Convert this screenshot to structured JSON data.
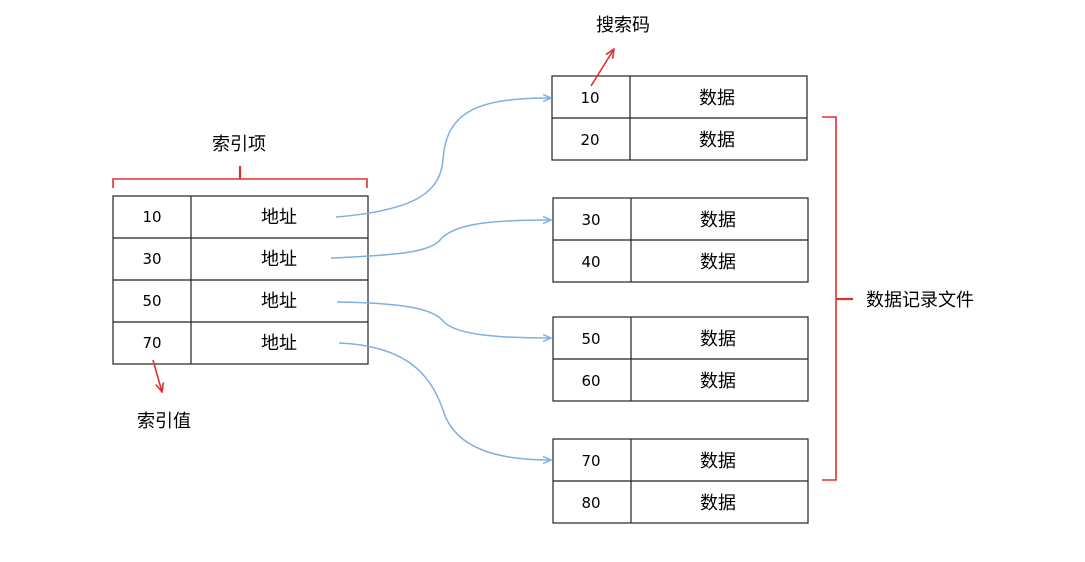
{
  "index_table": {
    "header_label": "索引项",
    "value_label": "索引值",
    "rows": [
      {
        "key": "10",
        "value": "地址"
      },
      {
        "key": "30",
        "value": "地址"
      },
      {
        "key": "50",
        "value": "地址"
      },
      {
        "key": "70",
        "value": "地址"
      }
    ]
  },
  "data_blocks": [
    {
      "rows": [
        {
          "key": "10",
          "value": "数据"
        },
        {
          "key": "20",
          "value": "数据"
        }
      ]
    },
    {
      "rows": [
        {
          "key": "30",
          "value": "数据"
        },
        {
          "key": "40",
          "value": "数据"
        }
      ]
    },
    {
      "rows": [
        {
          "key": "50",
          "value": "数据"
        },
        {
          "key": "60",
          "value": "数据"
        }
      ]
    },
    {
      "rows": [
        {
          "key": "70",
          "value": "数据"
        },
        {
          "key": "80",
          "value": "数据"
        }
      ]
    }
  ],
  "search_key_label": "搜索码",
  "data_file_label": "数据记录文件",
  "colors": {
    "border": "#222222",
    "bracket": "#e03030",
    "connector": "#7fb0e0"
  }
}
